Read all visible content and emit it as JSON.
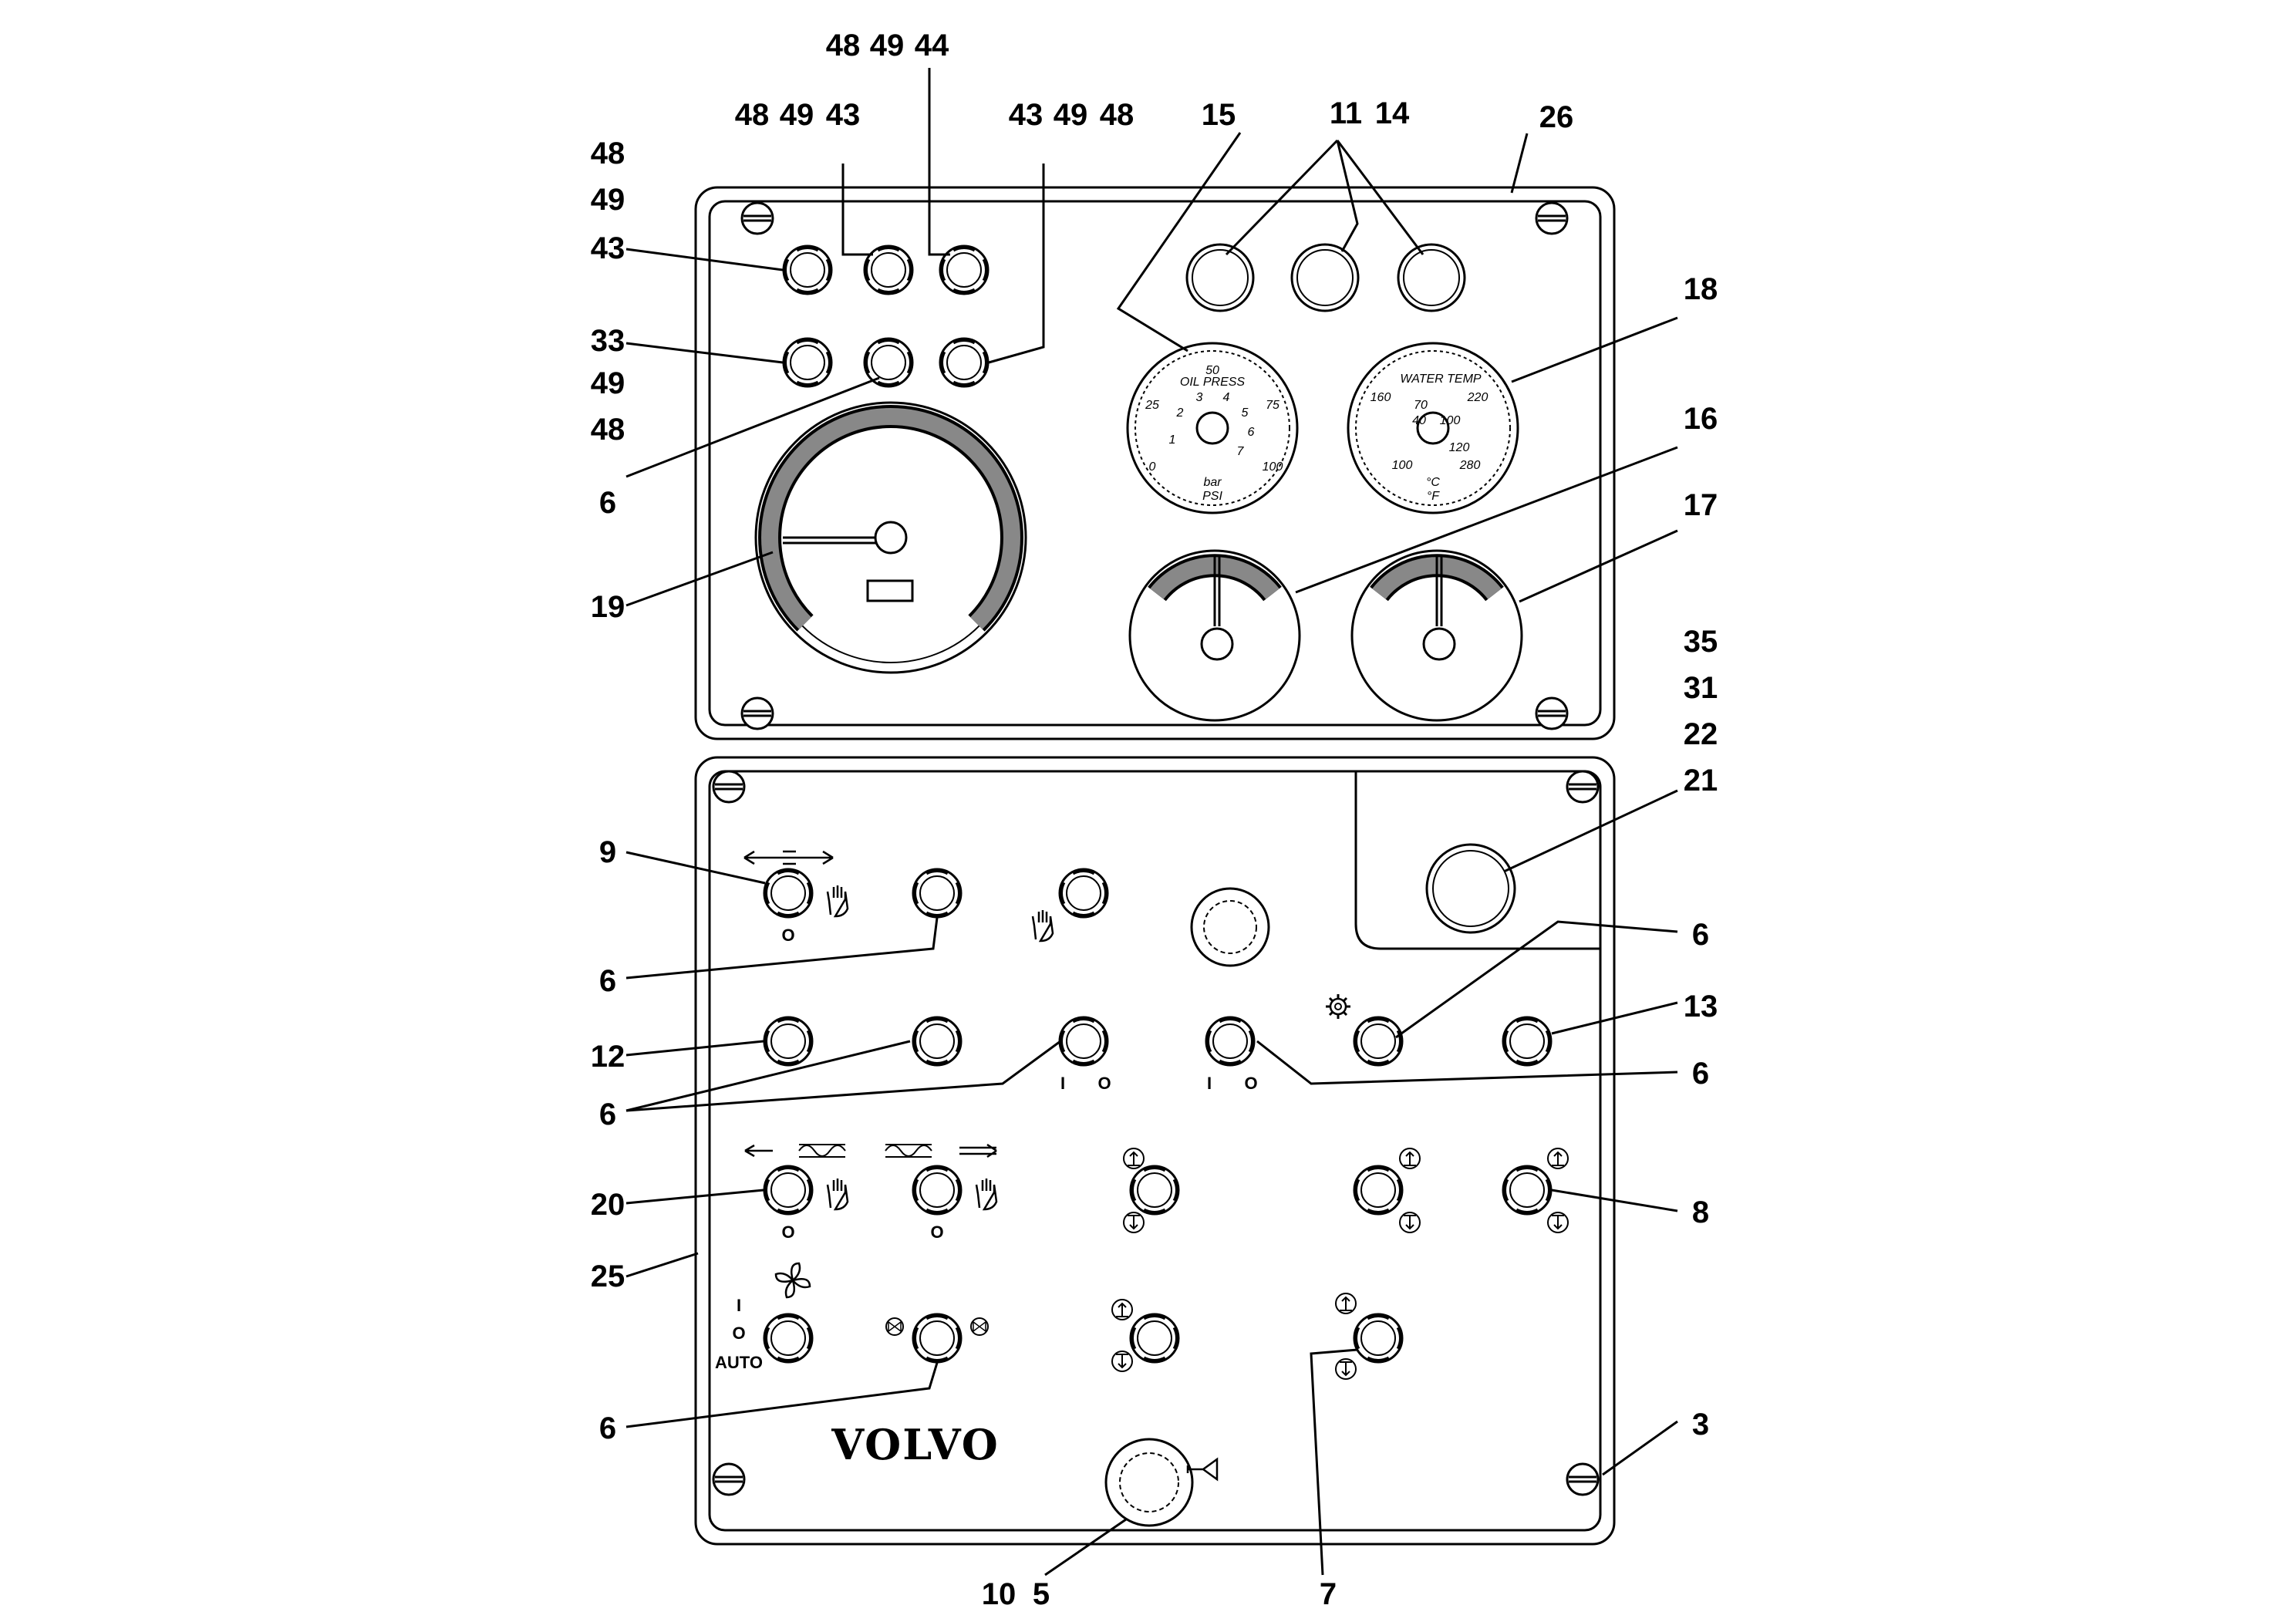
{
  "logo": "VOLVO",
  "switch_labels": {
    "indicator_o": "O",
    "on_i": "I",
    "off_o": "O",
    "auto": "AUTO"
  },
  "gauge_15": {
    "scale_outer": [
      "0",
      "25",
      "50",
      "75",
      "100"
    ],
    "scale_inner": [
      "1",
      "2",
      "3",
      "4",
      "5",
      "6",
      "7"
    ],
    "text_top": "OIL PRESS",
    "units": [
      "bar",
      "PSI"
    ]
  },
  "gauge_18": {
    "scale_outer": [
      "100",
      "160",
      "220",
      "280"
    ],
    "scale_inner": [
      "40",
      "70",
      "100",
      "120"
    ],
    "text_top": "WATER TEMP",
    "units": [
      "°C",
      "°F"
    ]
  },
  "callouts": {
    "c48_top": "48",
    "c49_top": "49",
    "c44_top": "44",
    "c48_mid": "48",
    "c49_mid": "49",
    "c43_mid": "43",
    "c43_r": "43",
    "c49_r": "49",
    "c48_r": "48",
    "c15": "15",
    "c11": "11",
    "c14": "14",
    "c26": "26",
    "c48_l1": "48",
    "c49_l1": "49",
    "c43_l1": "43",
    "c33": "33",
    "c49_l2": "49",
    "c48_l2": "48",
    "c6_a": "6",
    "c18": "18",
    "c16": "16",
    "c17": "17",
    "c19": "19",
    "c35": "35",
    "c31": "31",
    "c22": "22",
    "c21": "21",
    "c9": "9",
    "c6_b": "6",
    "c6_c": "6",
    "c13": "13",
    "c12": "12",
    "c6_d": "6",
    "c6_e": "6",
    "c20": "20",
    "c8": "8",
    "c25": "25",
    "c6_f": "6",
    "c3": "3",
    "c10": "10",
    "c5": "5",
    "c7": "7"
  }
}
